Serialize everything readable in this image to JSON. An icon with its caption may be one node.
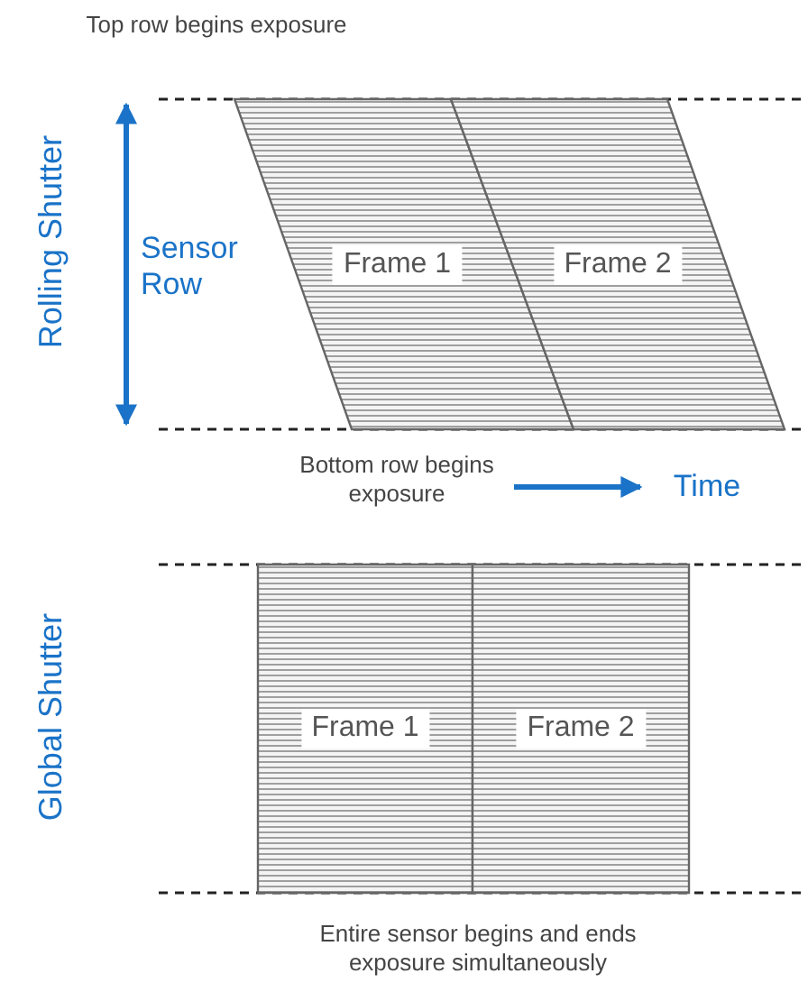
{
  "diagram": {
    "nodes": [
      {
        "text": [
          "Frame 1"
        ]
      },
      {
        "text": [
          "Frame 2"
        ]
      },
      {
        "text": [
          "Frame 1"
        ]
      },
      {
        "text": [
          "Frame 2"
        ]
      }
    ],
    "labels": [
      "Top row begins exposure",
      "Rolling Shutter",
      "Sensor Row",
      "Bottom row begins exposure",
      "Time",
      "Global Shutter",
      "Entire sensor begins and ends exposure simultaneously"
    ]
  }
}
